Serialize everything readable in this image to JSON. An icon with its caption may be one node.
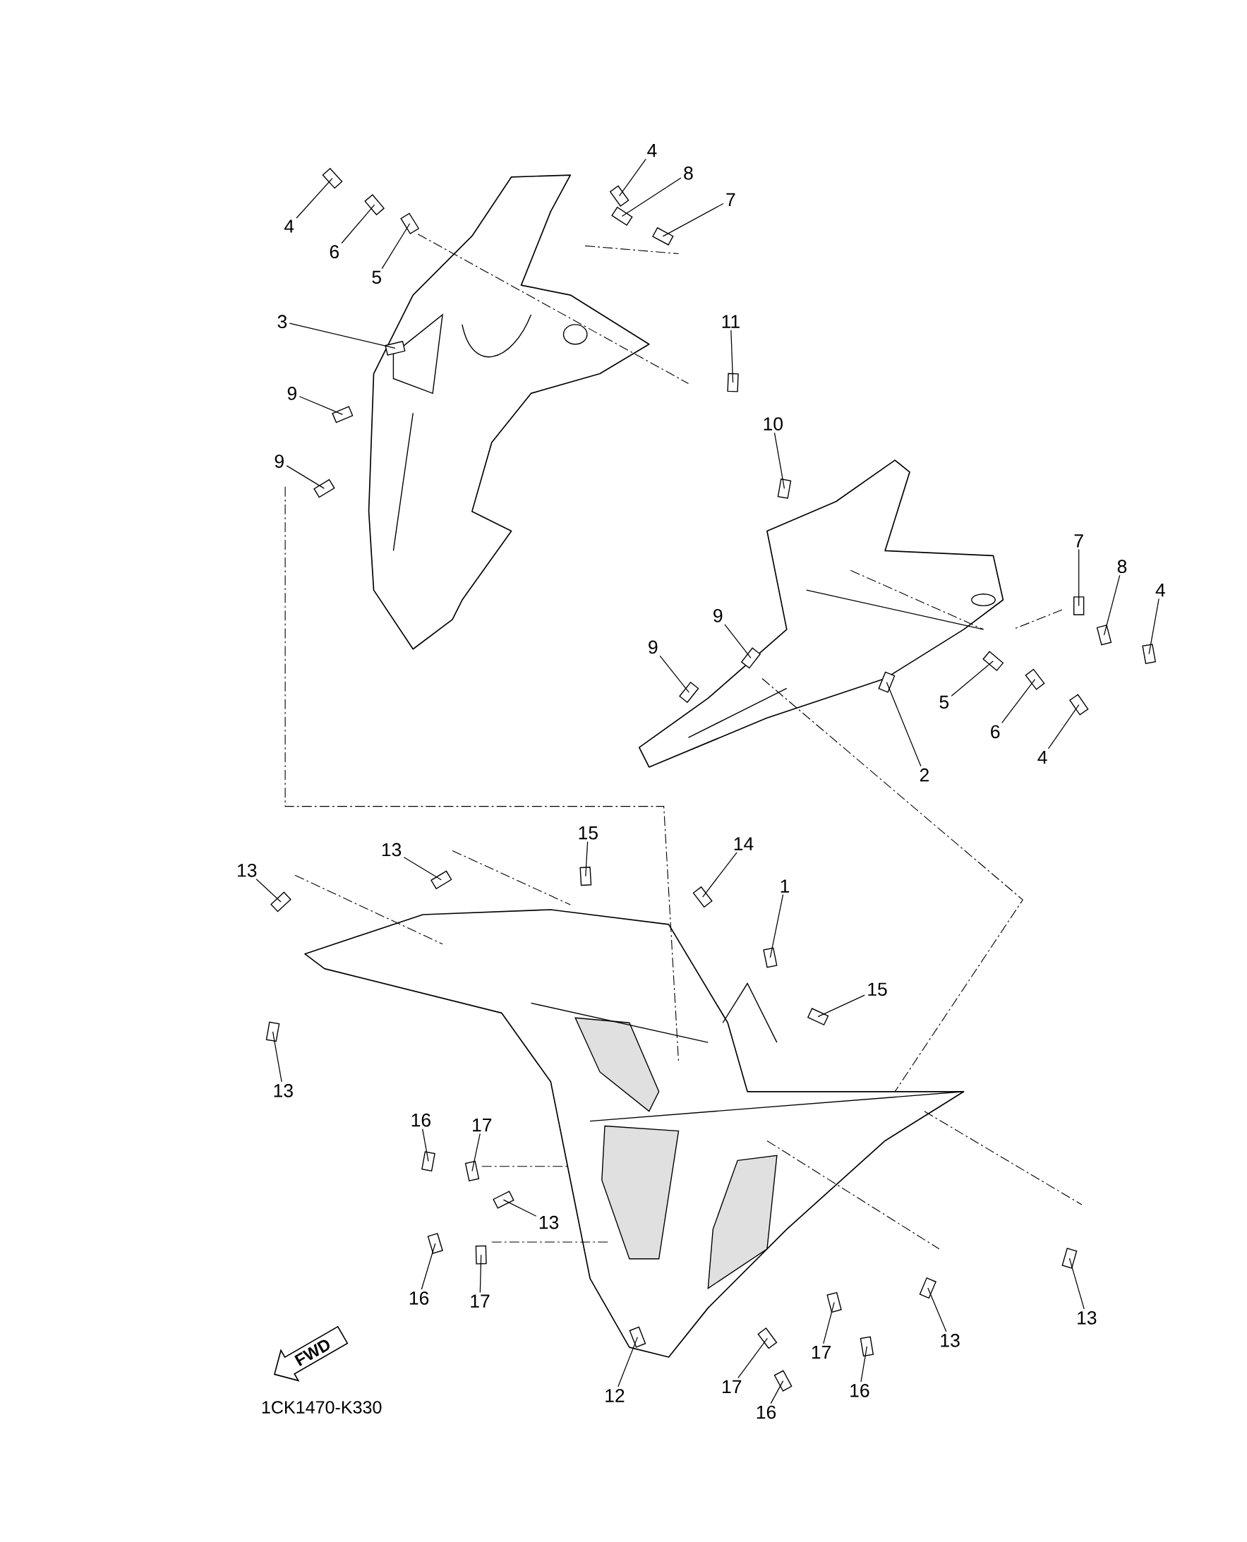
{
  "diagram": {
    "nodes": [
      {
        "text": [
          "4"
        ]
      },
      {
        "text": [
          "8"
        ]
      },
      {
        "text": [
          "7"
        ]
      },
      {
        "text": [
          "4"
        ]
      },
      {
        "text": [
          "6"
        ]
      },
      {
        "text": [
          "5"
        ]
      },
      {
        "text": [
          "3"
        ]
      },
      {
        "text": [
          "11"
        ]
      },
      {
        "text": [
          "9"
        ]
      },
      {
        "text": [
          "10"
        ]
      },
      {
        "text": [
          "9"
        ]
      },
      {
        "text": [
          "7"
        ]
      },
      {
        "text": [
          "8"
        ]
      },
      {
        "text": [
          "4"
        ]
      },
      {
        "text": [
          "9"
        ]
      },
      {
        "text": [
          "9"
        ]
      },
      {
        "text": [
          "5"
        ]
      },
      {
        "text": [
          "6"
        ]
      },
      {
        "text": [
          "4"
        ]
      },
      {
        "text": [
          "2"
        ]
      },
      {
        "text": [
          "15"
        ]
      },
      {
        "text": [
          "14"
        ]
      },
      {
        "text": [
          "13"
        ]
      },
      {
        "text": [
          "13"
        ]
      },
      {
        "text": [
          "1"
        ]
      },
      {
        "text": [
          "15"
        ]
      },
      {
        "text": [
          "13"
        ]
      },
      {
        "text": [
          "16"
        ]
      },
      {
        "text": [
          "17"
        ]
      },
      {
        "text": [
          "13"
        ]
      },
      {
        "text": [
          "16"
        ]
      },
      {
        "text": [
          "17"
        ]
      },
      {
        "text": [
          "13"
        ]
      },
      {
        "text": [
          "13"
        ]
      },
      {
        "text": [
          "17"
        ]
      },
      {
        "text": [
          "12"
        ]
      },
      {
        "text": [
          "17"
        ]
      },
      {
        "text": [
          "16"
        ]
      },
      {
        "text": [
          "16"
        ]
      },
      {
        "text": [
          "FWD"
        ]
      },
      {
        "text": [],
        "shape": "box"
      },
      {
        "text": [],
        "shape": "box"
      },
      {
        "text": [],
        "shape": "box"
      },
      {
        "text": [],
        "shape": "box"
      },
      {
        "text": [],
        "shape": "box"
      },
      {
        "text": [],
        "shape": "box"
      },
      {
        "text": [],
        "shape": "box"
      },
      {
        "text": [],
        "shape": "box"
      },
      {
        "text": [],
        "shape": "box"
      },
      {
        "text": [],
        "shape": "box"
      },
      {
        "text": [],
        "shape": "box"
      },
      {
        "text": [],
        "shape": "box"
      },
      {
        "text": [],
        "shape": "box"
      },
      {
        "text": [],
        "shape": "box"
      },
      {
        "text": [],
        "shape": "box"
      },
      {
        "text": [],
        "shape": "box"
      },
      {
        "text": [],
        "shape": "box"
      },
      {
        "text": [],
        "shape": "box"
      },
      {
        "text": [],
        "shape": "box"
      },
      {
        "text": [],
        "shape": "box"
      },
      {
        "text": [],
        "shape": "box"
      },
      {
        "text": [],
        "shape": "box"
      },
      {
        "text": [],
        "shape": "box"
      },
      {
        "text": [],
        "shape": "box"
      },
      {
        "text": [],
        "shape": "box"
      },
      {
        "text": [],
        "shape": "box"
      },
      {
        "text": [],
        "shape": "box"
      },
      {
        "text": [],
        "shape": "box"
      },
      {
        "text": [],
        "shape": "box"
      },
      {
        "text": [],
        "shape": "box"
      },
      {
        "text": [],
        "shape": "box"
      },
      {
        "text": [],
        "shape": "box"
      },
      {
        "text": [],
        "shape": "box"
      },
      {
        "text": [],
        "shape": "box"
      },
      {
        "text": [],
        "shape": "box"
      },
      {
        "text": [],
        "shape": "box"
      },
      {
        "text": [],
        "shape": "box"
      },
      {
        "text": [],
        "shape": "box"
      },
      {
        "text": [],
        "shape": "box"
      }
    ],
    "edges": [
      {
        "from": 0,
        "to": 40,
        "arrow": "none"
      },
      {
        "from": 1,
        "to": 41,
        "arrow": "none"
      },
      {
        "from": 2,
        "to": 42,
        "arrow": "none"
      },
      {
        "from": 3,
        "to": 43,
        "arrow": "none"
      },
      {
        "from": 4,
        "to": 44,
        "arrow": "none"
      },
      {
        "from": 5,
        "to": 45,
        "arrow": "none"
      },
      {
        "from": 6,
        "to": 46,
        "arrow": "none"
      },
      {
        "from": 7,
        "to": 47,
        "arrow": "none"
      },
      {
        "from": 8,
        "to": 48,
        "arrow": "none"
      },
      {
        "from": 9,
        "to": 49,
        "arrow": "none"
      },
      {
        "from": 10,
        "to": 50,
        "arrow": "none"
      },
      {
        "from": 11,
        "to": 51,
        "arrow": "none"
      },
      {
        "from": 12,
        "to": 52,
        "arrow": "none"
      },
      {
        "from": 13,
        "to": 53,
        "arrow": "none"
      },
      {
        "from": 14,
        "to": 54,
        "arrow": "none"
      },
      {
        "from": 15,
        "to": 55,
        "arrow": "none"
      },
      {
        "from": 16,
        "to": 56,
        "arrow": "none"
      },
      {
        "from": 17,
        "to": 57,
        "arrow": "none"
      },
      {
        "from": 18,
        "to": 58,
        "arrow": "none"
      },
      {
        "from": 19,
        "to": 59,
        "arrow": "none"
      },
      {
        "from": 20,
        "to": 60,
        "arrow": "none"
      },
      {
        "from": 21,
        "to": 61,
        "arrow": "none"
      },
      {
        "from": 22,
        "to": 62,
        "arrow": "none"
      },
      {
        "from": 23,
        "to": 63,
        "arrow": "none"
      },
      {
        "from": 24,
        "to": 64,
        "arrow": "none"
      },
      {
        "from": 25,
        "to": 65,
        "arrow": "none"
      },
      {
        "from": 26,
        "to": 66,
        "arrow": "none"
      },
      {
        "from": 27,
        "to": 67,
        "arrow": "none"
      },
      {
        "from": 28,
        "to": 68,
        "arrow": "none"
      },
      {
        "from": 29,
        "to": 69,
        "arrow": "none"
      },
      {
        "from": 30,
        "to": 70,
        "arrow": "none"
      },
      {
        "from": 31,
        "to": 71,
        "arrow": "none"
      },
      {
        "from": 32,
        "to": 72,
        "arrow": "none"
      },
      {
        "from": 33,
        "to": 73,
        "arrow": "none"
      },
      {
        "from": 34,
        "to": 74,
        "arrow": "none"
      },
      {
        "from": 35,
        "to": 75,
        "arrow": "none"
      },
      {
        "from": 36,
        "to": 76,
        "arrow": "none"
      },
      {
        "from": 37,
        "to": 77,
        "arrow": "none"
      },
      {
        "from": 38,
        "to": 78,
        "arrow": "none"
      }
    ],
    "labels": [
      "1CK1470-K330"
    ]
  }
}
